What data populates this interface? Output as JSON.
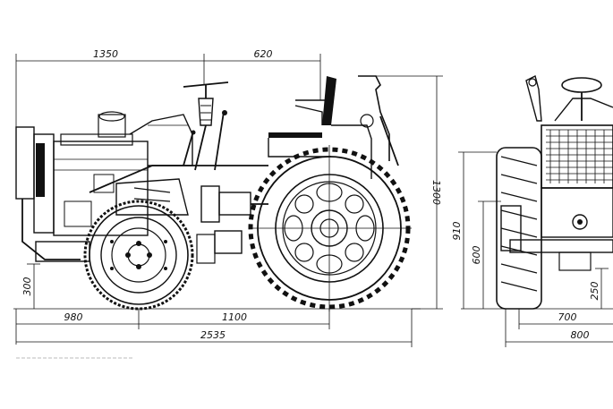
{
  "dimensions": {
    "side_view": {
      "front_to_steering": "1350",
      "steering_to_seat": "620",
      "total_height": "1300",
      "ground_clearance": "300",
      "front_axle_offset": "980",
      "wheelbase": "1100",
      "total_length": "2535"
    },
    "front_view": {
      "height_910": "910",
      "height_600": "600",
      "rear_clearance": "250",
      "track_700": "700",
      "width_800": "800"
    }
  },
  "colors": {
    "ink": "#111111",
    "paper": "#ffffff"
  }
}
